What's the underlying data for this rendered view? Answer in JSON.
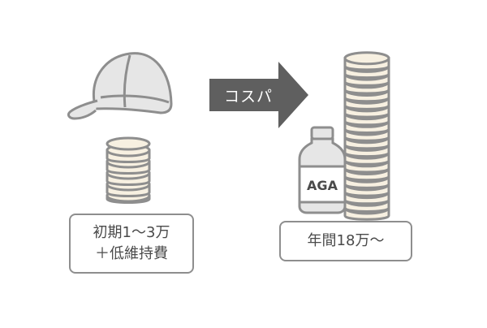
{
  "arrow": {
    "label": "コスパ"
  },
  "left": {
    "label_line1": "初期1〜3万",
    "label_line2": "＋低維持費"
  },
  "right": {
    "bottle_label": "AGA",
    "label": "年間18万〜"
  },
  "colors": {
    "outline": "#8e8e8e",
    "cap_fill": "#e6e6e6",
    "coin_fill": "#f7f0e1",
    "arrow_fill": "#5f5f5f",
    "text": "#4a4a4a"
  },
  "icons": [
    "cap-icon",
    "coin-stack-small-icon",
    "arrow-right-icon",
    "bottle-icon",
    "coin-stack-tall-icon"
  ]
}
